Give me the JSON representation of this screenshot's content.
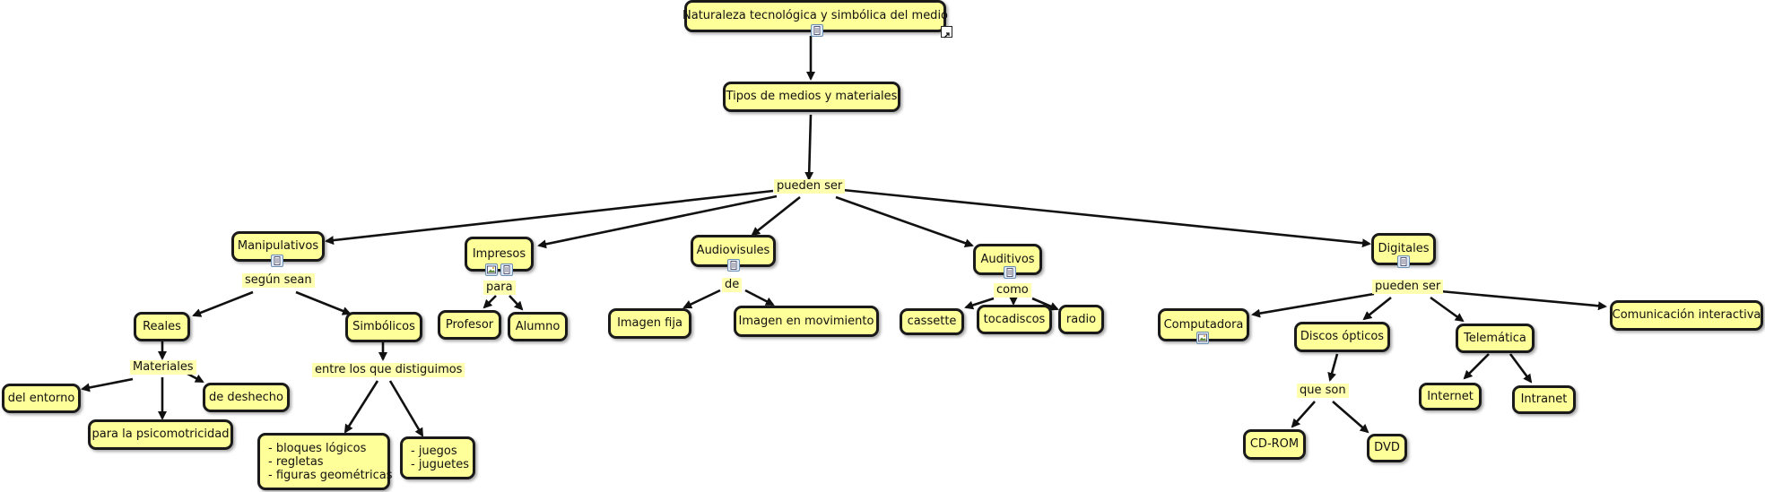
{
  "map": {
    "root": "Naturaleza tecnológica y simbólica del medio",
    "tipos": "Tipos de medios y materiales",
    "link_pueden_ser": "pueden ser",
    "manipulativos": "Manipulativos",
    "link_segun_sean": "según sean",
    "reales": "Reales",
    "link_materiales": "Materiales",
    "del_entorno": "del entorno",
    "psicomotricidad": "para la psicomotricidad",
    "deshecho": "de deshecho",
    "simbolicos": "Simbólicos",
    "link_distiguimos": "entre los que distiguimos",
    "bloques": "- bloques lógicos\n- regletas\n- figuras geométricas",
    "juegos": "- juegos\n- juguetes",
    "impresos": "Impresos",
    "link_para": "para",
    "profesor": "Profesor",
    "alumno": "Alumno",
    "audiovisuales": "Audiovisules",
    "link_de": "de",
    "imagen_fija": "Imagen fija",
    "imagen_movimiento": "Imagen en movimiento",
    "auditivos": "Auditivos",
    "link_como": "como",
    "cassette": "cassette",
    "tocadiscos": "tocadiscos",
    "radio": "radio",
    "digitales": "Digitales",
    "link_pueden_ser_2": "pueden ser",
    "computadora": "Computadora",
    "discos": "Discos ópticos",
    "link_que_son": "que son",
    "cdrom": "CD-ROM",
    "dvd": "DVD",
    "telematica": "Telemática",
    "internet": "Internet",
    "intranet": "Intranet",
    "comunicacion": "Comunicación interactiva"
  },
  "colors": {
    "node_fill": "#ffff99",
    "link_fill": "#ffffb0",
    "stroke": "#111111",
    "icon_fill": "#dfeaf6"
  },
  "icons": [
    "document-icon",
    "image-icon",
    "open-link-icon"
  ]
}
